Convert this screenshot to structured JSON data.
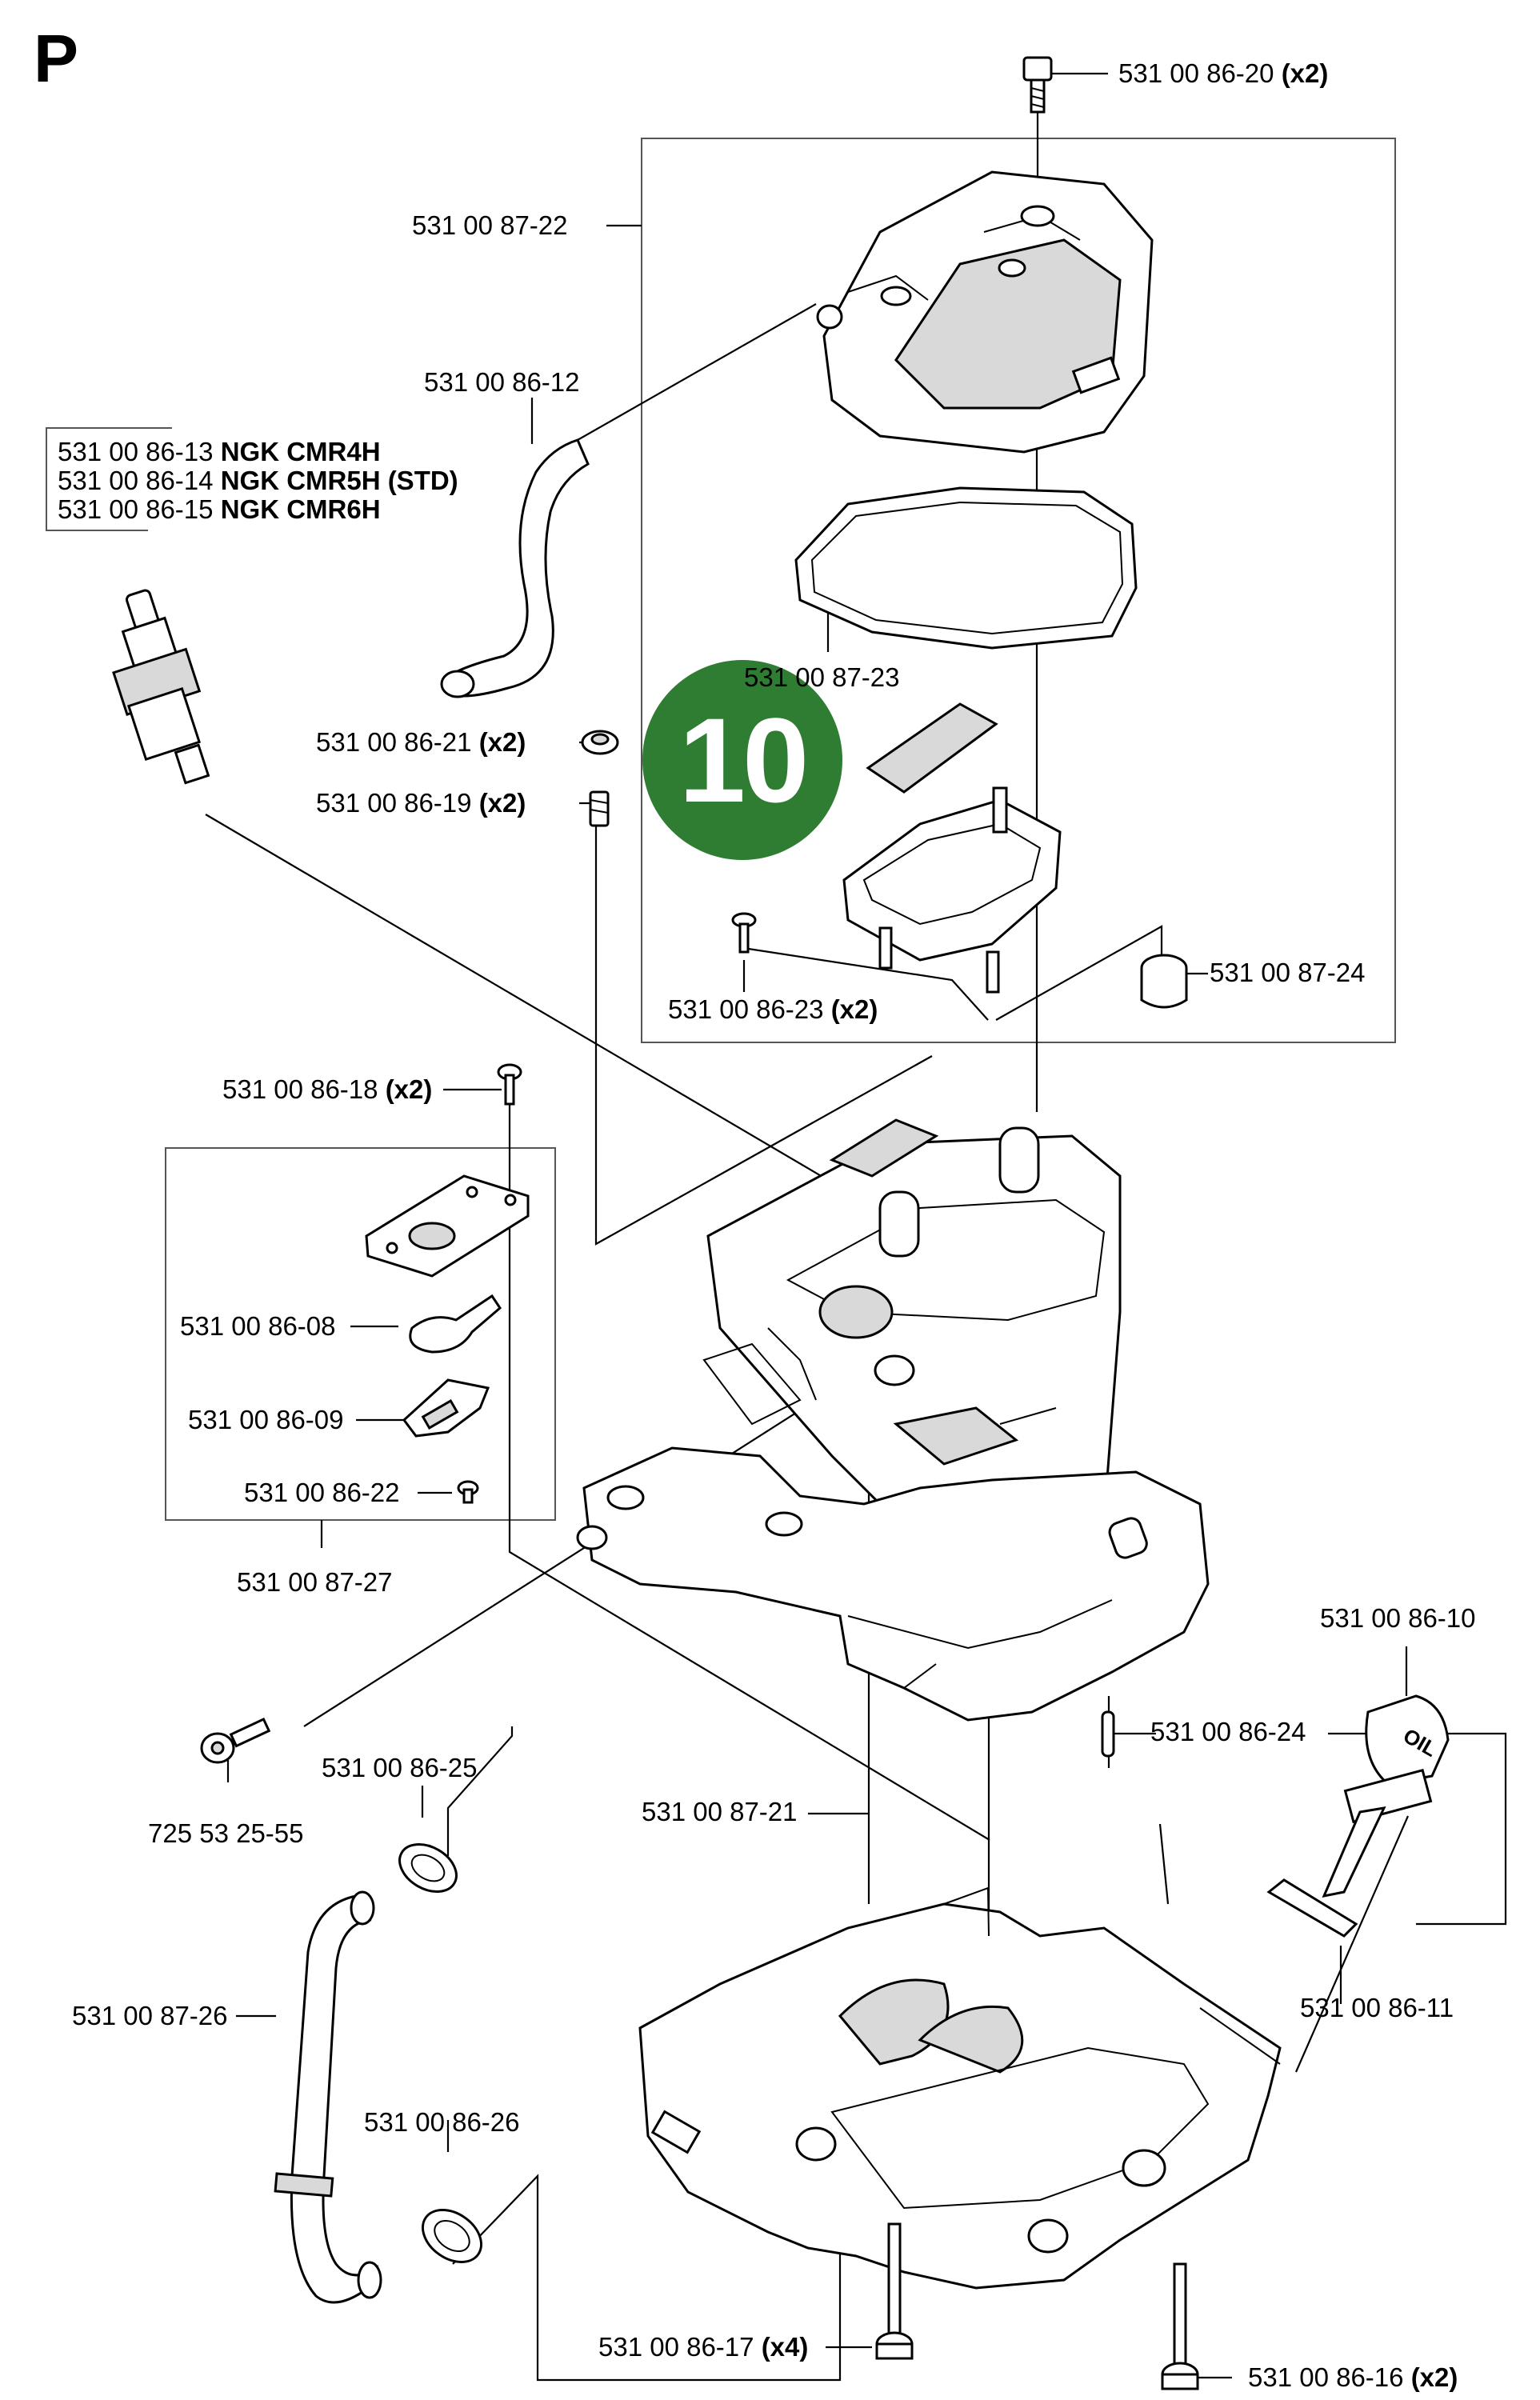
{
  "section_letter": "P",
  "badge_number": "10",
  "spark_plugs": [
    {
      "part": "531 00 86-13",
      "desc": "NGK CMR4H"
    },
    {
      "part": "531 00 86-14",
      "desc": "NGK CMR5H (STD)"
    },
    {
      "part": "531 00 86-15",
      "desc": "NGK CMR6H"
    }
  ],
  "labels": {
    "l_86_20": {
      "part": "531 00 86-20",
      "qty": "(x2)"
    },
    "l_87_22": {
      "part": "531 00 87-22",
      "qty": ""
    },
    "l_86_12": {
      "part": "531 00 86-12",
      "qty": ""
    },
    "l_87_23": {
      "part": "531 00 87-23",
      "qty": ""
    },
    "l_86_21": {
      "part": "531 00 86-21",
      "qty": "(x2)"
    },
    "l_86_19": {
      "part": "531 00 86-19",
      "qty": "(x2)"
    },
    "l_87_24": {
      "part": "531 00 87-24",
      "qty": ""
    },
    "l_86_23": {
      "part": "531 00 86-23",
      "qty": "(x2)"
    },
    "l_86_18": {
      "part": "531 00 86-18",
      "qty": "(x2)"
    },
    "l_86_08": {
      "part": "531 00 86-08",
      "qty": ""
    },
    "l_86_09": {
      "part": "531 00 86-09",
      "qty": ""
    },
    "l_86_22": {
      "part": "531 00 86-22",
      "qty": ""
    },
    "l_87_27": {
      "part": "531 00 87-27",
      "qty": ""
    },
    "l_86_10": {
      "part": "531 00 86-10",
      "qty": ""
    },
    "l_86_24": {
      "part": "531 00 86-24",
      "qty": ""
    },
    "l_86_25": {
      "part": "531 00 86-25",
      "qty": ""
    },
    "l_725": {
      "part": "725 53 25-55",
      "qty": ""
    },
    "l_87_21": {
      "part": "531 00 87-21",
      "qty": ""
    },
    "l_86_11": {
      "part": "531 00 86-11",
      "qty": ""
    },
    "l_87_26": {
      "part": "531 00 87-26",
      "qty": ""
    },
    "l_86_26": {
      "part": "531 00 86-26",
      "qty": ""
    },
    "l_86_17": {
      "part": "531 00 86-17",
      "qty": "(x4)"
    },
    "l_86_16": {
      "part": "531 00 86-16",
      "qty": "(x2)"
    }
  },
  "oil_cap_text": "OIL",
  "colors": {
    "badge": "#2e7d32",
    "lines": "#000000"
  }
}
